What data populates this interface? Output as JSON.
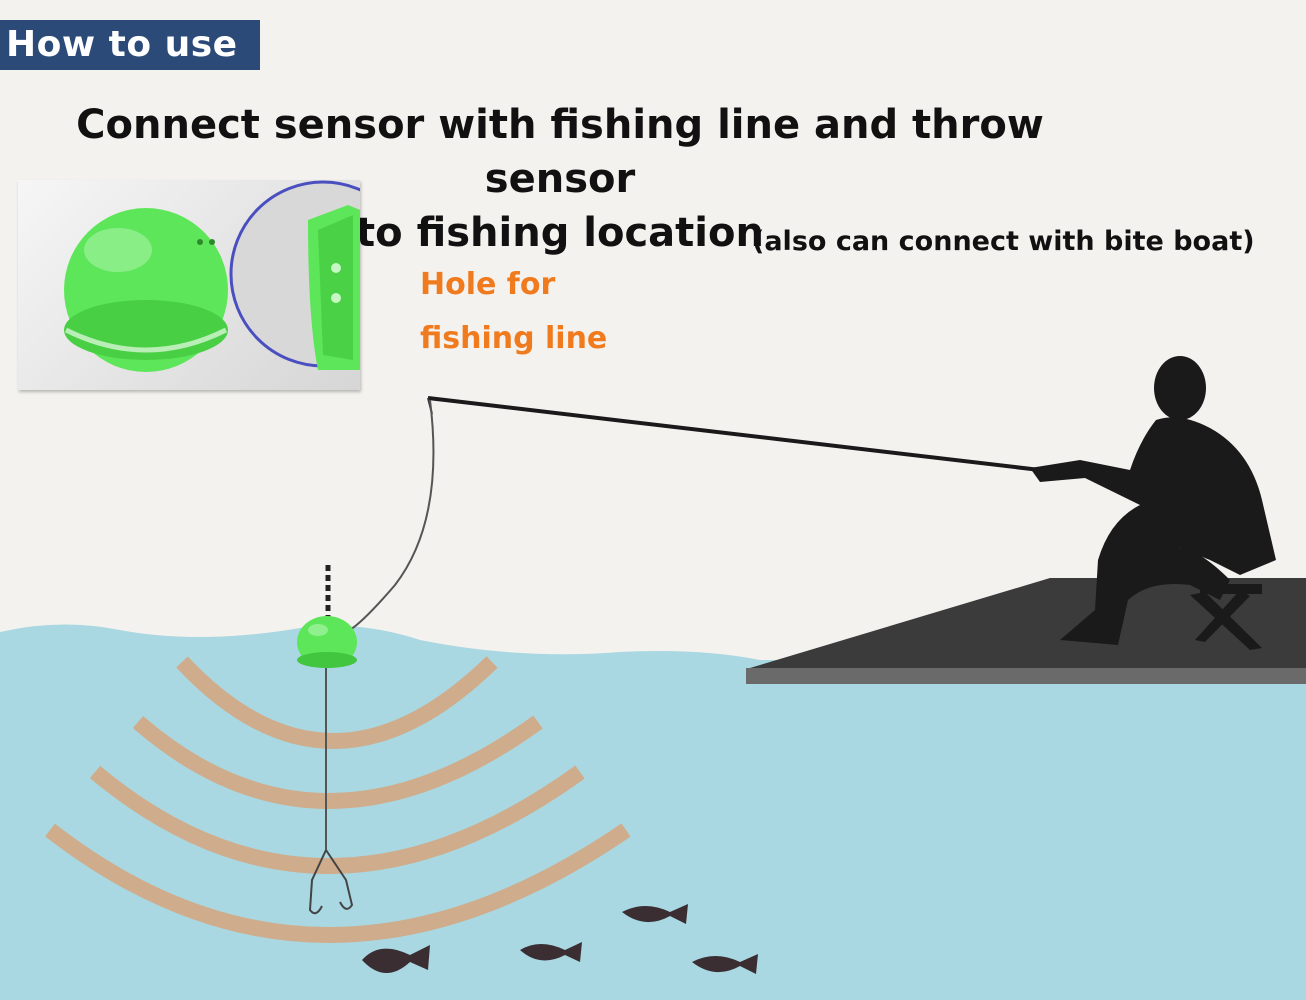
{
  "header": {
    "badge": "How to use"
  },
  "instruction": {
    "line1": "Connect sensor with fishing line and throw sensor",
    "line2": "to fishing location",
    "note": "(also can connect with bite boat)"
  },
  "callout": {
    "line1": "Hole for",
    "line2": "fishing line"
  },
  "colors": {
    "badge_bg": "#2c4a78",
    "sensor_green": "#5ee65a",
    "callout_orange": "#f07a1e",
    "water": "#a9d8e2",
    "sonar_wave": "#d4a882",
    "pier": "#3b3b3b",
    "silhouette": "#1a1a1a"
  },
  "icons": [
    "sensor-device",
    "magnifier-circle",
    "fisherman-silhouette",
    "fishing-rod",
    "pier",
    "sonar-waves",
    "fish",
    "hook"
  ]
}
